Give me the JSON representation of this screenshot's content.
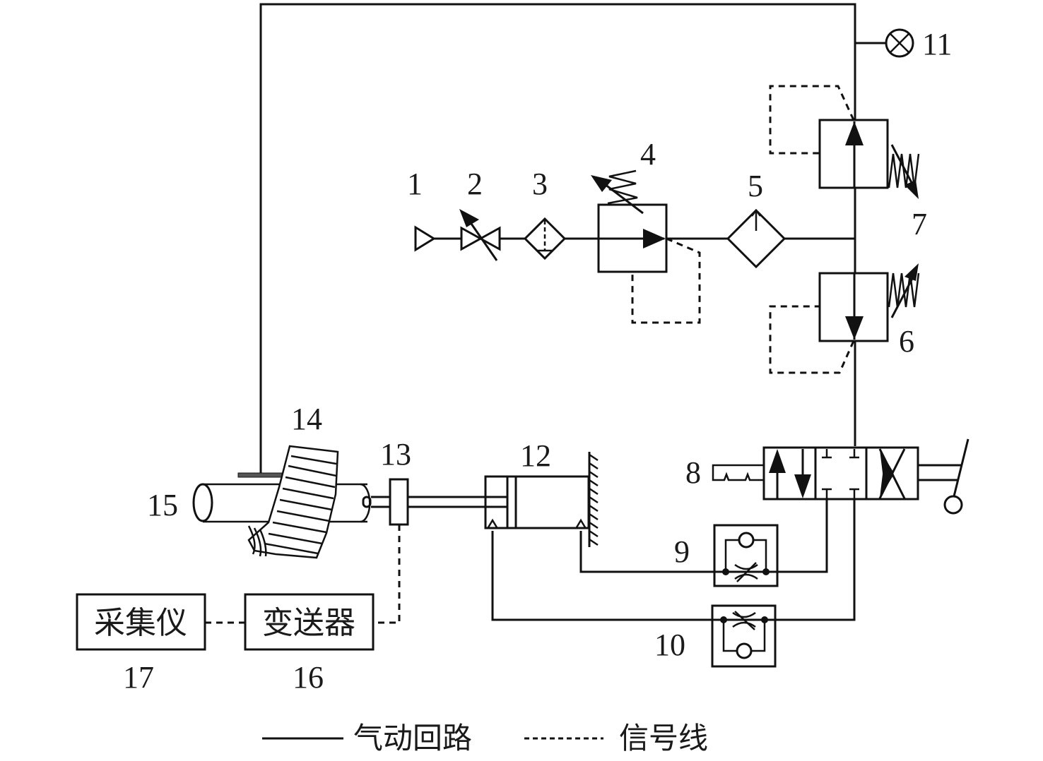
{
  "diagram": {
    "type": "pneumatic-circuit-schematic",
    "component_labels": {
      "c1": "1",
      "c2": "2",
      "c3": "3",
      "c4": "4",
      "c5": "5",
      "c6": "6",
      "c7": "7",
      "c8": "8",
      "c9": "9",
      "c10": "10",
      "c11": "11",
      "c12": "12",
      "c13": "13",
      "c14": "14",
      "c15": "15",
      "c16": "16",
      "c17": "17"
    },
    "components": [
      {
        "id": "1",
        "symbol": "air-source-icon"
      },
      {
        "id": "2",
        "symbol": "adjustable-throttle-valve-icon"
      },
      {
        "id": "3",
        "symbol": "filter-icon"
      },
      {
        "id": "4",
        "symbol": "pressure-reducing-valve-icon"
      },
      {
        "id": "5",
        "symbol": "lubricator-icon"
      },
      {
        "id": "6",
        "symbol": "pressure-valve-down-icon"
      },
      {
        "id": "7",
        "symbol": "pressure-valve-up-icon"
      },
      {
        "id": "8",
        "symbol": "directional-valve-3-position-icon"
      },
      {
        "id": "9",
        "symbol": "one-way-throttle-valve-icon"
      },
      {
        "id": "10",
        "symbol": "one-way-throttle-valve-icon"
      },
      {
        "id": "11",
        "symbol": "pressure-gauge-icon"
      },
      {
        "id": "12",
        "symbol": "pneumatic-cylinder-icon"
      },
      {
        "id": "13",
        "symbol": "force-sensor-icon"
      },
      {
        "id": "14",
        "symbol": "gear-icon"
      },
      {
        "id": "15",
        "symbol": "shaft-icon"
      },
      {
        "id": "16",
        "symbol": "transmitter-box"
      },
      {
        "id": "17",
        "symbol": "acquisition-box"
      }
    ],
    "boxes": {
      "transmitter": "变送器",
      "acquisition": "采集仪"
    },
    "legend": {
      "solid_label": "气动回路",
      "dashed_label": "信号线"
    }
  }
}
